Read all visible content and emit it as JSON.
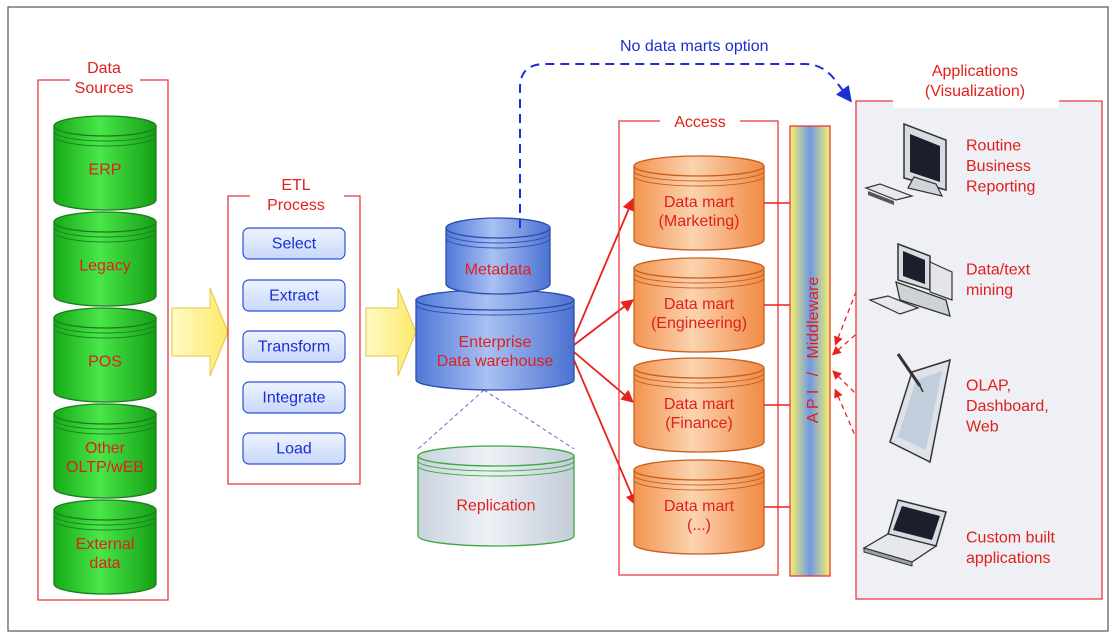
{
  "sources": {
    "title": [
      "Data",
      "Sources"
    ],
    "items": [
      [
        "ERP"
      ],
      [
        "Legacy"
      ],
      [
        "POS"
      ],
      [
        "Other",
        "OLTP/wEB"
      ],
      [
        "External",
        "data"
      ]
    ]
  },
  "etl": {
    "title": [
      "ETL",
      "Process"
    ],
    "steps": [
      "Select",
      "Extract",
      "Transform",
      "Integrate",
      "Load"
    ]
  },
  "warehouse": {
    "metadata": "Metadata",
    "main": [
      "Enterprise",
      "Data warehouse"
    ],
    "replication": "Replication"
  },
  "no_marts_option": "No data marts option",
  "access": {
    "title": "Access",
    "marts": [
      [
        "Data mart",
        "(Marketing)"
      ],
      [
        "Data mart",
        "(Engineering)"
      ],
      [
        "Data mart",
        "(Finance)"
      ],
      [
        "Data mart",
        "(...)"
      ]
    ]
  },
  "middleware": "A P I   /   Middleware",
  "applications": {
    "title": [
      "Applications",
      "(Visualization)"
    ],
    "items": [
      {
        "icon": "desktop-computer-icon",
        "label": [
          "Routine",
          "Business",
          "Reporting"
        ]
      },
      {
        "icon": "workstation-icon",
        "label": [
          "Data/text",
          "mining"
        ]
      },
      {
        "icon": "tablet-pen-icon",
        "label": [
          "OLAP,",
          "Dashboard,",
          "Web"
        ]
      },
      {
        "icon": "laptop-icon",
        "label": [
          "Custom built",
          "applications"
        ]
      }
    ]
  },
  "colors": {
    "label_red": "#e0201c",
    "frame_red": "#e83a3a",
    "source_green": "#27c727",
    "step_blue": "#1a2fd0",
    "warehouse_blue": "#6f93e6",
    "mart_orange": "#f7a76a",
    "arrow_blue": "#1c2fd6"
  }
}
